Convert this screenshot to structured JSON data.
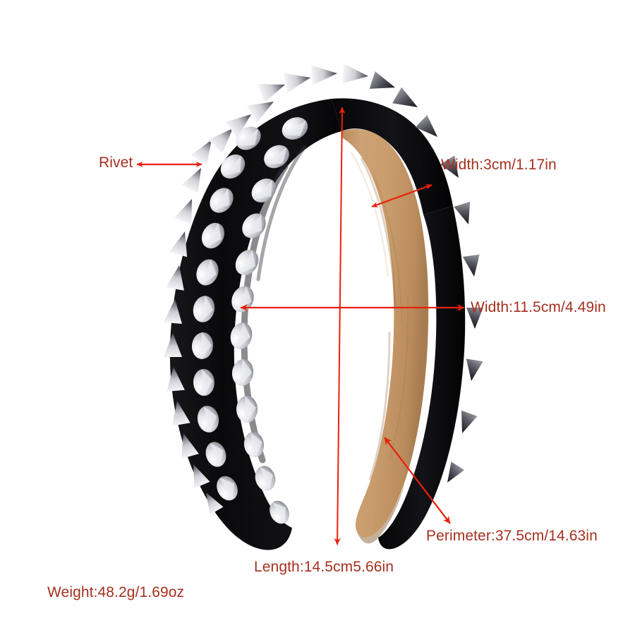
{
  "image": {
    "subject": "spiked-headband-dimension-diagram",
    "background_color": "#ffffff",
    "annotation_color": "#a5301f",
    "arrow_color": "#e8200a"
  },
  "product": {
    "band_color": "#0c0c0e",
    "lining_color": "#c99a68",
    "spike_color": "#d8d8dc",
    "spike_rows": 2,
    "spike_count_front": 26,
    "spike_count_profile": 14
  },
  "annotations": {
    "rivet": {
      "label": "Rivet"
    },
    "width_band": {
      "label": "Width:3cm/1.17in",
      "value_cm": 3,
      "value_in": 1.17
    },
    "width_overall": {
      "label": "Width:11.5cm/4.49in",
      "value_cm": 11.5,
      "value_in": 4.49
    },
    "perimeter": {
      "label": "Perimeter:37.5cm/14.63in",
      "value_cm": 37.5,
      "value_in": 14.63
    },
    "length": {
      "label": "Length:14.5cm5.66in",
      "value_cm": 14.5,
      "value_in": 5.66
    },
    "weight": {
      "label": "Weight:48.2g/1.69oz",
      "value_g": 48.2,
      "value_oz": 1.69
    }
  }
}
